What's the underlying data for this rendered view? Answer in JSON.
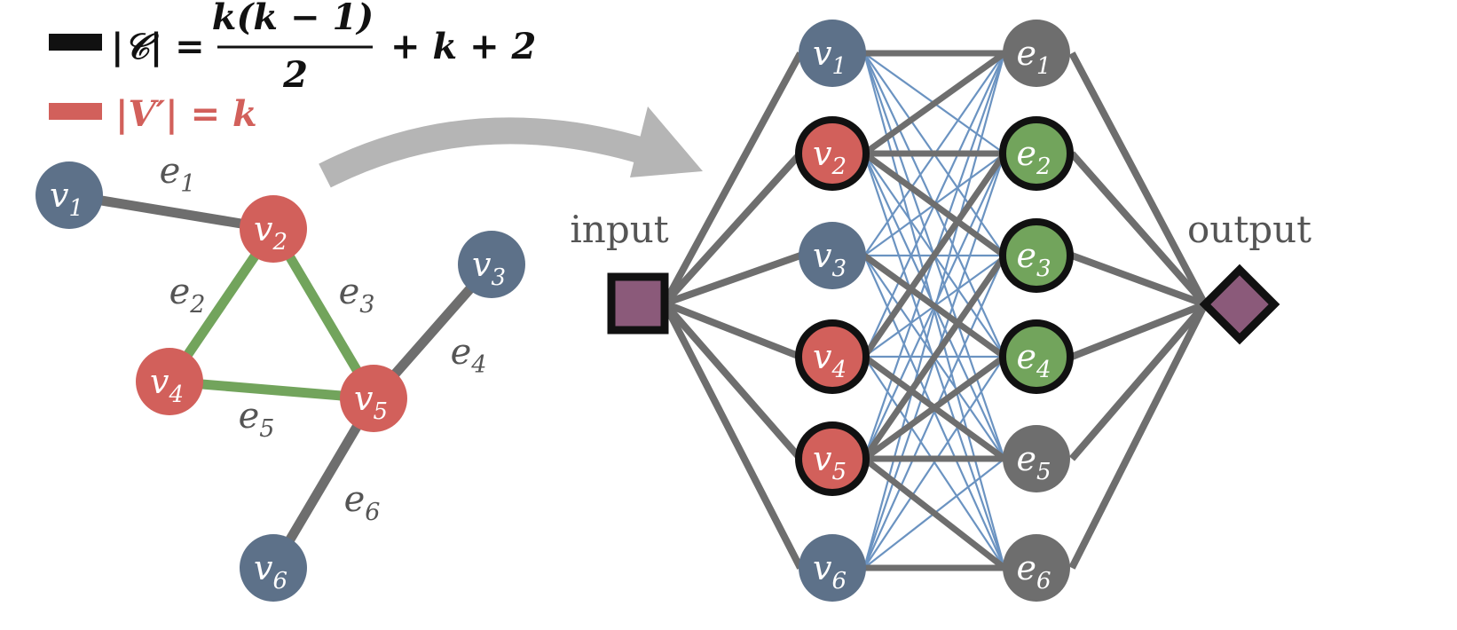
{
  "legend": {
    "black_formula": {
      "lhs": "|𝒞| = ",
      "frac_num": "k(k − 1)",
      "frac_den": "2",
      "rhs": "+ k + 2"
    },
    "red_formula": "|V′| = k"
  },
  "colors": {
    "vertex": "#5d7189",
    "selected": "#d2605b",
    "edge_node": "#6e6e6e",
    "selected_edge": "#72a45c",
    "edge_line": "#6e6e6e",
    "cross_line": "#6b93c1",
    "terminal": "#8b5a7a",
    "arrow": "#b5b5b5"
  },
  "graph": {
    "nodes": [
      {
        "id": "v1",
        "base": "v",
        "sub": "1",
        "color": "vertex"
      },
      {
        "id": "v2",
        "base": "v",
        "sub": "2",
        "color": "selected"
      },
      {
        "id": "v3",
        "base": "v",
        "sub": "3",
        "color": "vertex"
      },
      {
        "id": "v4",
        "base": "v",
        "sub": "4",
        "color": "selected"
      },
      {
        "id": "v5",
        "base": "v",
        "sub": "5",
        "color": "selected"
      },
      {
        "id": "v6",
        "base": "v",
        "sub": "6",
        "color": "vertex"
      }
    ],
    "edges": [
      {
        "id": "e1",
        "from": "v1",
        "to": "v2",
        "base": "e",
        "sub": "1",
        "color": "edge_line"
      },
      {
        "id": "e2",
        "from": "v2",
        "to": "v4",
        "base": "e",
        "sub": "2",
        "color": "selected_edge"
      },
      {
        "id": "e3",
        "from": "v2",
        "to": "v5",
        "base": "e",
        "sub": "3",
        "color": "selected_edge"
      },
      {
        "id": "e4",
        "from": "v5",
        "to": "v3",
        "base": "e",
        "sub": "4",
        "color": "edge_line"
      },
      {
        "id": "e5",
        "from": "v4",
        "to": "v5",
        "base": "e",
        "sub": "5",
        "color": "selected_edge"
      },
      {
        "id": "e6",
        "from": "v5",
        "to": "v6",
        "base": "e",
        "sub": "6",
        "color": "edge_line"
      }
    ]
  },
  "network": {
    "input_label": "input",
    "output_label": "output",
    "left_column": [
      {
        "id": "n-v1",
        "base": "v",
        "sub": "1",
        "color": "vertex",
        "ring": false
      },
      {
        "id": "n-v2",
        "base": "v",
        "sub": "2",
        "color": "selected",
        "ring": true
      },
      {
        "id": "n-v3",
        "base": "v",
        "sub": "3",
        "color": "vertex",
        "ring": false
      },
      {
        "id": "n-v4",
        "base": "v",
        "sub": "4",
        "color": "selected",
        "ring": true
      },
      {
        "id": "n-v5",
        "base": "v",
        "sub": "5",
        "color": "selected",
        "ring": true
      },
      {
        "id": "n-v6",
        "base": "v",
        "sub": "6",
        "color": "vertex",
        "ring": false
      }
    ],
    "right_column": [
      {
        "id": "n-e1",
        "base": "e",
        "sub": "1",
        "color": "edge_node",
        "ring": false
      },
      {
        "id": "n-e2",
        "base": "e",
        "sub": "2",
        "color": "selected_edge",
        "ring": true
      },
      {
        "id": "n-e3",
        "base": "e",
        "sub": "3",
        "color": "selected_edge",
        "ring": true
      },
      {
        "id": "n-e4",
        "base": "e",
        "sub": "4",
        "color": "selected_edge",
        "ring": true
      },
      {
        "id": "n-e5",
        "base": "e",
        "sub": "5",
        "color": "edge_node",
        "ring": false
      },
      {
        "id": "n-e6",
        "base": "e",
        "sub": "6",
        "color": "edge_node",
        "ring": false
      }
    ],
    "incidence": [
      [
        0,
        0
      ],
      [
        1,
        0
      ],
      [
        1,
        1
      ],
      [
        1,
        2
      ],
      [
        2,
        3
      ],
      [
        3,
        1
      ],
      [
        3,
        4
      ],
      [
        4,
        2
      ],
      [
        4,
        3
      ],
      [
        4,
        4
      ],
      [
        4,
        5
      ],
      [
        5,
        5
      ]
    ]
  }
}
